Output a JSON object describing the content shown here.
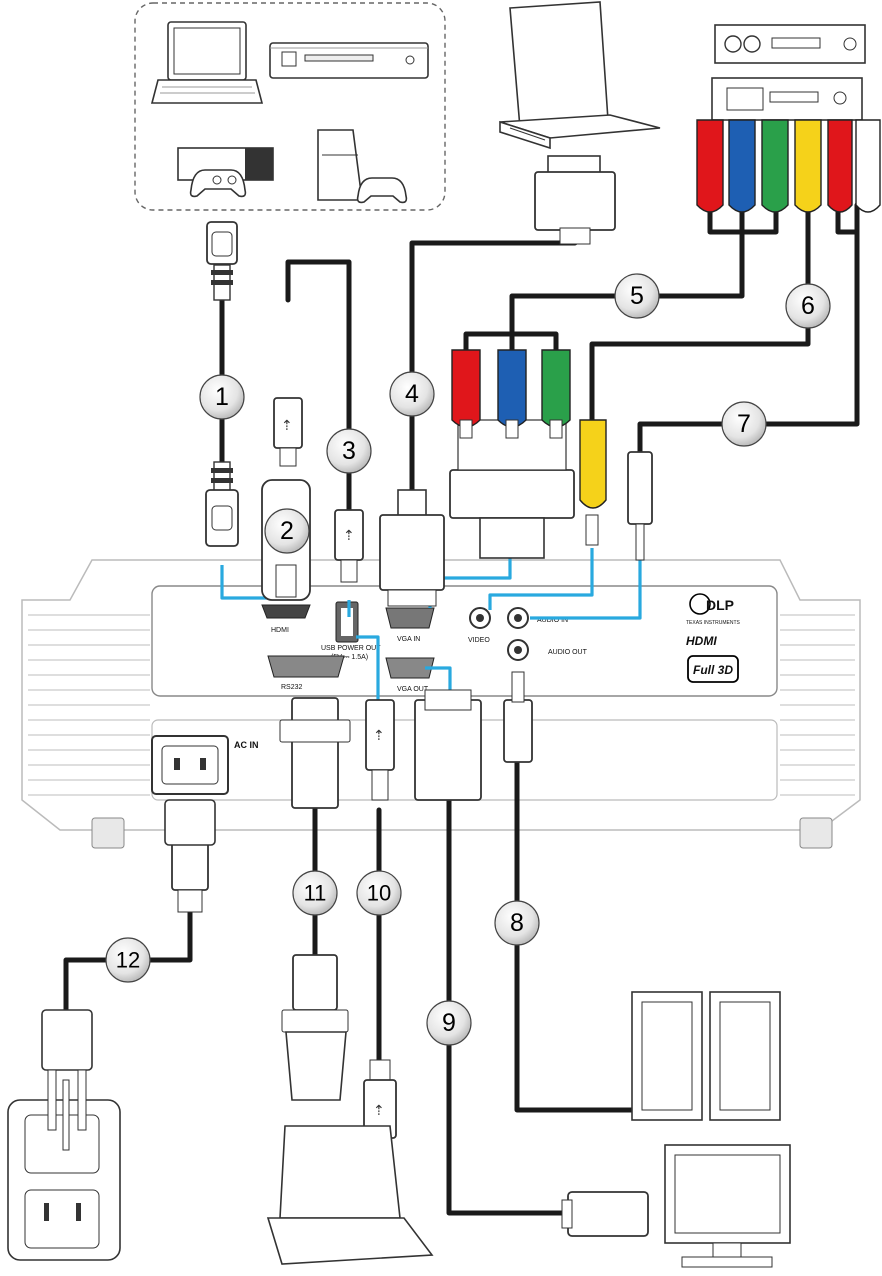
{
  "ports": {
    "hdmi": "HDMI",
    "usb_power_out_line1": "USB POWER OUT",
    "usb_power_out_line2": "(5V ⎓ 1.5A)",
    "vga_in": "VGA IN",
    "video": "VIDEO",
    "audio_in": "AUDIO IN",
    "audio_out": "AUDIO OUT",
    "rs232": "RS232",
    "vga_out": "VGA OUT",
    "ac_in": "AC IN"
  },
  "logos": {
    "dlp": "DLP",
    "dlp_sub": "TEXAS INSTRUMENTS",
    "hdmi": "HDMI",
    "full3d": "Full 3D"
  },
  "callouts": [
    "1",
    "2",
    "3",
    "4",
    "5",
    "6",
    "7",
    "8",
    "9",
    "10",
    "11",
    "12"
  ],
  "colors": {
    "guide_line": "#29a9df",
    "cable": "#1a1a1a",
    "rca_red": "#e0161b",
    "rca_green": "#2aa04a",
    "rca_blue": "#1e5fb3",
    "rca_yellow": "#f5d21a",
    "rca_white": "#ffffff"
  }
}
